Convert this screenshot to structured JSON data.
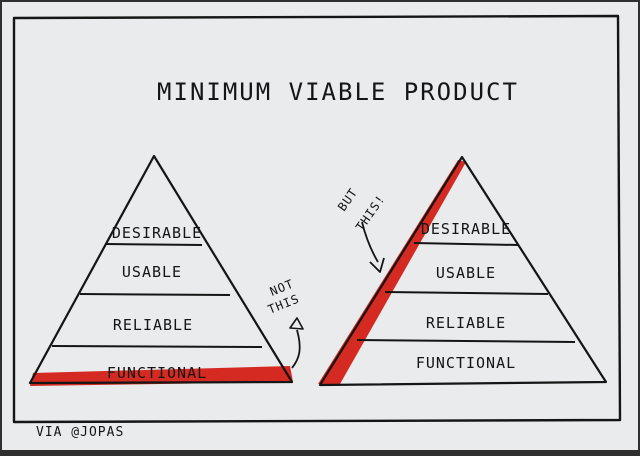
{
  "title": "MINIMUM VIABLE PRODUCT",
  "left_pyramid": {
    "levels": [
      "DESIRABLE",
      "USABLE",
      "RELIABLE",
      "FUNCTIONAL"
    ],
    "note_lines": [
      "NOT",
      "THIS"
    ]
  },
  "right_pyramid": {
    "levels": [
      "DESIRABLE",
      "USABLE",
      "RELIABLE",
      "FUNCTIONAL"
    ],
    "note_lines": [
      "BUT",
      "THIS!"
    ]
  },
  "credit": "VIA @JOPAS",
  "colors": {
    "paper": "#e9ebec",
    "ink": "#151515",
    "highlight": "#d42a22",
    "background": "#2f2f2f"
  }
}
